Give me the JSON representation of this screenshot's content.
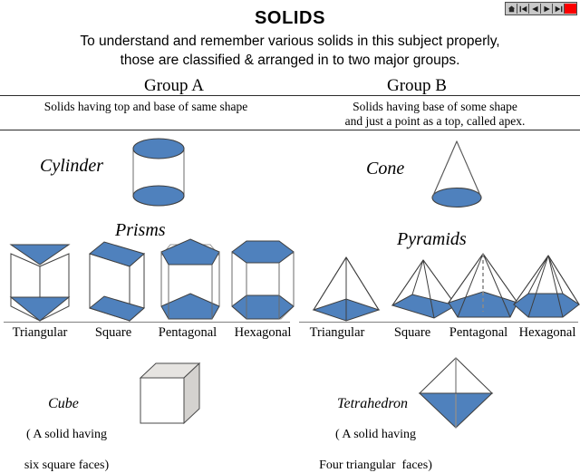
{
  "nav": {
    "buttons": [
      {
        "name": "home-icon",
        "glyph": "⌂"
      },
      {
        "name": "first-slide-icon",
        "glyph": "⏮"
      },
      {
        "name": "previous-slide-icon",
        "glyph": "◁"
      },
      {
        "name": "next-slide-icon",
        "glyph": "▷"
      },
      {
        "name": "last-slide-icon",
        "glyph": "⏭"
      },
      {
        "name": "stop-button",
        "glyph": ""
      }
    ]
  },
  "header": {
    "title": "SOLIDS",
    "intro_line1": "To understand and remember various solids in this subject properly,",
    "intro_line2": "those are classified & arranged in to two major groups."
  },
  "groups": {
    "a": {
      "heading": "Group A",
      "description": "Solids having top and base of same shape"
    },
    "b": {
      "heading": "Group B",
      "description_line1": "Solids having base of some shape",
      "description_line2": "and just a point as a top, called apex."
    }
  },
  "figures": {
    "cylinder": {
      "name": "Cylinder"
    },
    "cone": {
      "name": "Cone"
    },
    "prisms": {
      "name": "Prisms",
      "labels": [
        "Triangular",
        "Square",
        "Pentagonal",
        "Hexagonal"
      ]
    },
    "pyramids": {
      "name": "Pyramids",
      "labels": [
        "Triangular",
        "Square",
        "Pentagonal",
        "Hexagonal"
      ]
    },
    "cube": {
      "name": "Cube",
      "caption_line1": "( A solid having",
      "caption_line2": "six square faces)"
    },
    "tetrahedron": {
      "name": "Tetrahedron",
      "caption_line1": "( A solid having",
      "caption_line2": "Four triangular  faces)"
    }
  },
  "colors": {
    "solid_blue": "#4F81BD",
    "solid_blue_dark": "#3B6699",
    "outline": "#3F3F3F",
    "cube_shade": "#D4D2CF",
    "rule": "#2B2B2B",
    "stop_red": "#FB0000"
  }
}
